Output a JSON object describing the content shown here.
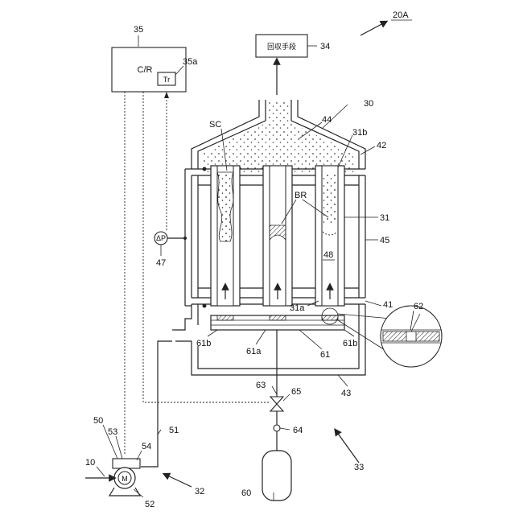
{
  "figure_label": "20A",
  "recovery_box": {
    "text": "回収手段",
    "ref": "34"
  },
  "controller": {
    "text": "C/R",
    "ref": "35",
    "timer_text": "Tr",
    "timer_ref": "35a"
  },
  "pressure_sensor": {
    "text": "ΔP",
    "ref": "47"
  },
  "motor": {
    "text": "M"
  },
  "tank": {
    "ref": "60"
  },
  "labels": {
    "sc": "SC",
    "br": "BR",
    "chamber": "48",
    "ref_10": "10",
    "ref_30": "30",
    "ref_31": "31",
    "ref_31a": "31a",
    "ref_31b": "31b",
    "ref_32": "32",
    "ref_33": "33",
    "ref_41": "41",
    "ref_42": "42",
    "ref_43": "43",
    "ref_44": "44",
    "ref_45": "45",
    "ref_50": "50",
    "ref_51": "51",
    "ref_52": "52",
    "ref_53": "53",
    "ref_54": "54",
    "ref_61": "61",
    "ref_61a": "61a",
    "ref_61b_left": "61b",
    "ref_61b_right": "61b",
    "ref_62": "62",
    "ref_63": "63",
    "ref_64": "64",
    "ref_65": "65"
  }
}
